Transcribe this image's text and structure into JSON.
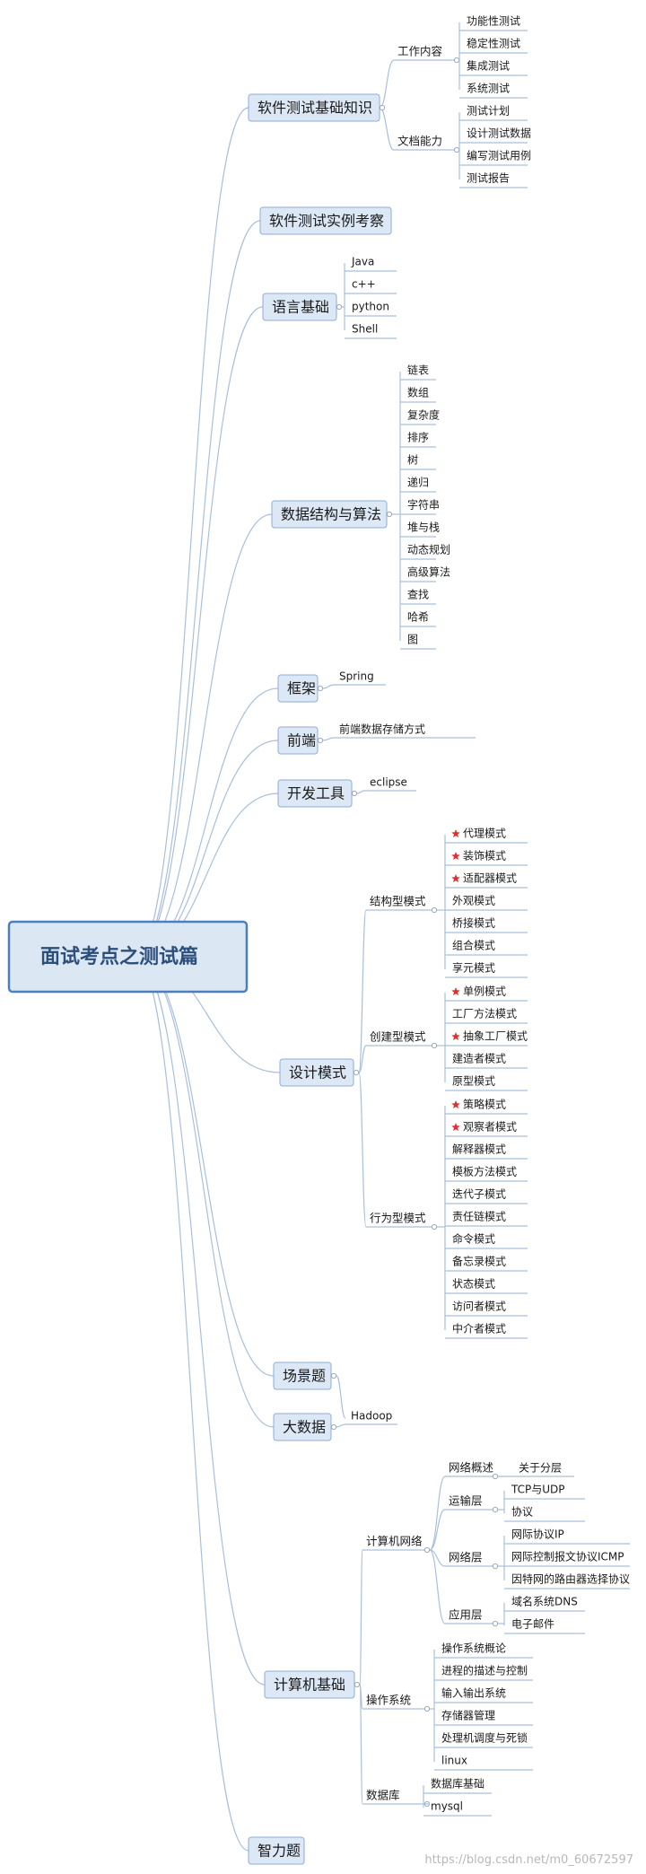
{
  "root": "面试考点之测试篇",
  "topics": [
    {
      "label": "软件测试基础知识",
      "groups": [
        {
          "label": "工作内容",
          "items": [
            "功能性测试",
            "稳定性测试",
            "集成测试",
            "系统测试"
          ]
        },
        {
          "label": "文档能力",
          "items": [
            "测试计划",
            "设计测试数据",
            "编写测试用例",
            "测试报告"
          ]
        }
      ]
    },
    {
      "label": "软件测试实例考察",
      "items": []
    },
    {
      "label": "语言基础",
      "items": [
        "Java",
        "c++",
        "python",
        "Shell"
      ]
    },
    {
      "label": "数据结构与算法",
      "items": [
        "链表",
        "数组",
        "复杂度",
        "排序",
        "树",
        "递归",
        "字符串",
        "堆与栈",
        "动态规划",
        "高级算法",
        "查找",
        "哈希",
        "图"
      ]
    },
    {
      "label": "框架",
      "items": [
        "Spring"
      ]
    },
    {
      "label": "前端",
      "items": [
        "前端数据存储方式"
      ]
    },
    {
      "label": "开发工具",
      "items": [
        "eclipse"
      ]
    },
    {
      "label": "设计模式",
      "groups": [
        {
          "label": "结构型模式",
          "items": [
            {
              "text": "代理模式",
              "star": true
            },
            {
              "text": "装饰模式",
              "star": true
            },
            {
              "text": "适配器模式",
              "star": true
            },
            {
              "text": "外观模式"
            },
            {
              "text": "桥接模式"
            },
            {
              "text": "组合模式"
            },
            {
              "text": "享元模式"
            }
          ]
        },
        {
          "label": "创建型模式",
          "items": [
            {
              "text": "单例模式",
              "star": true
            },
            {
              "text": "工厂方法模式"
            },
            {
              "text": "抽象工厂模式",
              "star": true
            },
            {
              "text": "建造者模式"
            },
            {
              "text": "原型模式"
            }
          ]
        },
        {
          "label": "行为型模式",
          "items": [
            {
              "text": "策略模式",
              "star": true
            },
            {
              "text": "观察者模式",
              "star": true
            },
            {
              "text": "解释器模式"
            },
            {
              "text": "模板方法模式"
            },
            {
              "text": "迭代子模式"
            },
            {
              "text": "责任链模式"
            },
            {
              "text": "命令模式"
            },
            {
              "text": "备忘录模式"
            },
            {
              "text": "状态模式"
            },
            {
              "text": "访问者模式"
            },
            {
              "text": "中介者模式"
            }
          ]
        }
      ]
    },
    {
      "label": "场景题",
      "items": []
    },
    {
      "label": "大数据",
      "items": [
        "Hadoop"
      ]
    },
    {
      "label": "计算机基础",
      "groups": [
        {
          "label": "计算机网络",
          "subgroups": [
            {
              "label": "网络概述",
              "items": [
                "关于分层"
              ]
            },
            {
              "label": "运输层",
              "items": [
                "TCP与UDP",
                "协议"
              ]
            },
            {
              "label": "网络层",
              "items": [
                "网际协议IP",
                "网际控制报文协议ICMP",
                "因特网的路由器选择协议"
              ]
            },
            {
              "label": "应用层",
              "items": [
                "域名系统DNS",
                "电子邮件"
              ]
            }
          ]
        },
        {
          "label": "操作系统",
          "items": [
            "操作系统概论",
            "进程的描述与控制",
            "输入输出系统",
            "存储器管理",
            "处理机调度与死锁",
            "linux"
          ]
        },
        {
          "label": "数据库",
          "items": [
            "数据库基础",
            "mysql"
          ]
        }
      ]
    },
    {
      "label": "智力题",
      "items": []
    }
  ],
  "watermark": "https://blog.csdn.net/m0_60672597",
  "colors": {
    "root_fill": "#dbe7f3",
    "root_border": "#4b7fbf",
    "topic_fill": "#dce8f5",
    "topic_border": "#8eaed4",
    "line": "#a8c0dc",
    "underline": "#a8c0dc",
    "star": "#e03030"
  }
}
